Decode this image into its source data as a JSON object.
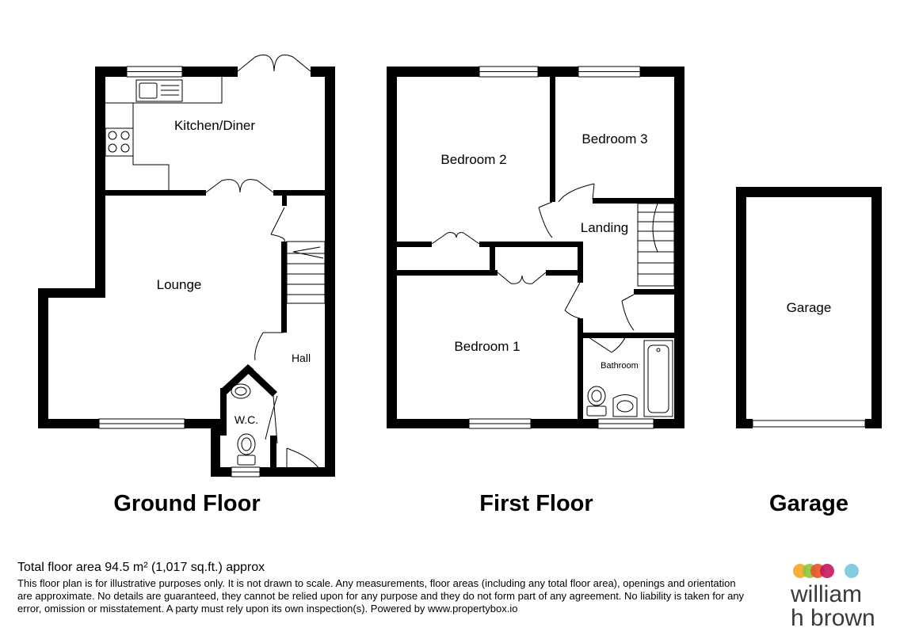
{
  "rooms": {
    "kitchen": "Kitchen/Diner",
    "lounge": "Lounge",
    "hall": "Hall",
    "wc": "W.C.",
    "bedroom1": "Bedroom 1",
    "bedroom2": "Bedroom 2",
    "bedroom3": "Bedroom 3",
    "landing": "Landing",
    "bathroom": "Bathroom",
    "garage": "Garage"
  },
  "floors": {
    "ground": "Ground Floor",
    "first": "First Floor",
    "garage": "Garage"
  },
  "footer": {
    "total_area": "Total floor area 94.5 m² (1,017 sq.ft.) approx",
    "disclaimer": "This floor plan is for illustrative purposes only. It is not drawn to scale. Any measurements, floor areas (including any total floor area), openings and orientation are approximate. No details are guaranteed, they cannot be relied upon for any purpose and they do not form part of any agreement. No liability is taken for any error, omission or misstatement. A party must rely upon its own inspection(s). Powered by www.propertybox.io"
  },
  "logo": {
    "line1": "william",
    "line2": "h brown",
    "colors": [
      "#f5a623",
      "#8cc63f",
      "#e8532b",
      "#c2185b",
      "#7ccbdc"
    ]
  },
  "colors": {
    "wall": "#000000",
    "background": "#ffffff"
  }
}
